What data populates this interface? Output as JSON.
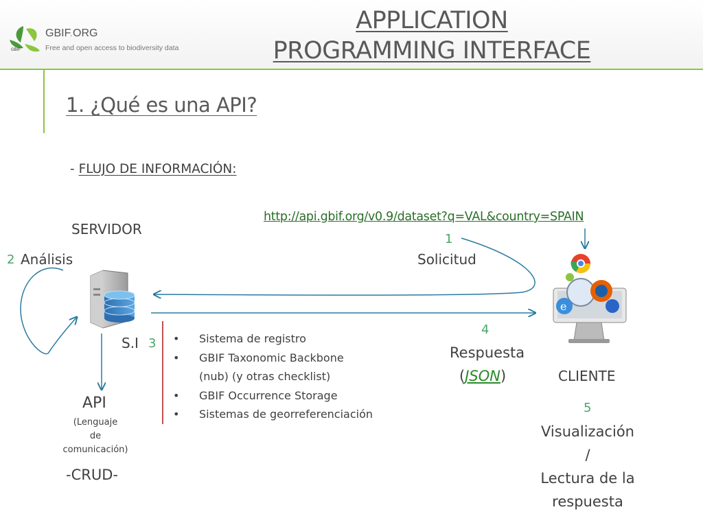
{
  "header": {
    "logo_name": "GBIF",
    "logo_dot": ".",
    "logo_suffix": "ORG",
    "logo_tagline": "Free and open access to biodiversity data",
    "logo_small": "GBIF",
    "title_line1": "APPLICATION",
    "title_line2": "PROGRAMMING INTERFACE"
  },
  "subtitle": "1. ¿Qué es una API?",
  "flujo": {
    "dash": "- ",
    "label": "FLUJO DE INFORMACIÓN:"
  },
  "url": "http://api.gbif.org/v0.9/dataset?q=VAL&country=SPAIN",
  "server": {
    "label": "SERVIDOR",
    "analysis_num": "2",
    "analysis_label": "Análisis",
    "si_label": "S.I",
    "si_num": "3",
    "api_label": "API",
    "api_desc1": "(Lenguaje",
    "api_desc2": "de",
    "api_desc3": "comunicación)",
    "crud": "-CRUD-"
  },
  "request": {
    "num": "1",
    "label": "Solicitud"
  },
  "response": {
    "num": "4",
    "label": "Respuesta",
    "open": "(",
    "format": "JSON",
    "close": ")"
  },
  "client": {
    "label": "CLIENTE",
    "num": "5",
    "line1": "Visualización",
    "line2": "/",
    "line3": "Lectura de la",
    "line4": "respuesta"
  },
  "systems": [
    "Sistema de registro",
    "GBIF Taxonomic Backbone",
    "(nub) (y otras checklist)",
    "GBIF Occurrence Storage",
    "Sistemas de georreferenciación"
  ],
  "colors": {
    "accent_green": "#8cc63f",
    "arrow_blue": "#2a7aa0",
    "number_green": "#4aa566",
    "divider_red": "#c0504d"
  }
}
